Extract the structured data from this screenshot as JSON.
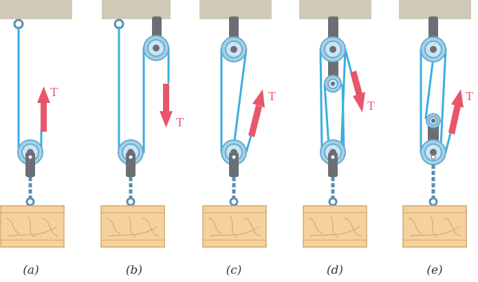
{
  "tension_label": "T",
  "colors": {
    "ceiling": "#cfc9b7",
    "rope": "#3aaee0",
    "pulley_outer": "#9fd3ec",
    "pulley_ring": "#6fa9c9",
    "pulley_hub": "#c8e6f5",
    "bracket": "#6b6f75",
    "arrow": "#e8566a",
    "crate": "#f4d2a0",
    "crate_grain": "#d9a86a",
    "hook": "#5a8fb0"
  },
  "panels": [
    {
      "id": "a",
      "caption": "(a)",
      "arrow_direction": "up"
    },
    {
      "id": "b",
      "caption": "(b)",
      "arrow_direction": "down"
    },
    {
      "id": "c",
      "caption": "(c)",
      "arrow_direction": "up"
    },
    {
      "id": "d",
      "caption": "(d)",
      "arrow_direction": "down"
    },
    {
      "id": "e",
      "caption": "(e)",
      "arrow_direction": "up"
    }
  ]
}
